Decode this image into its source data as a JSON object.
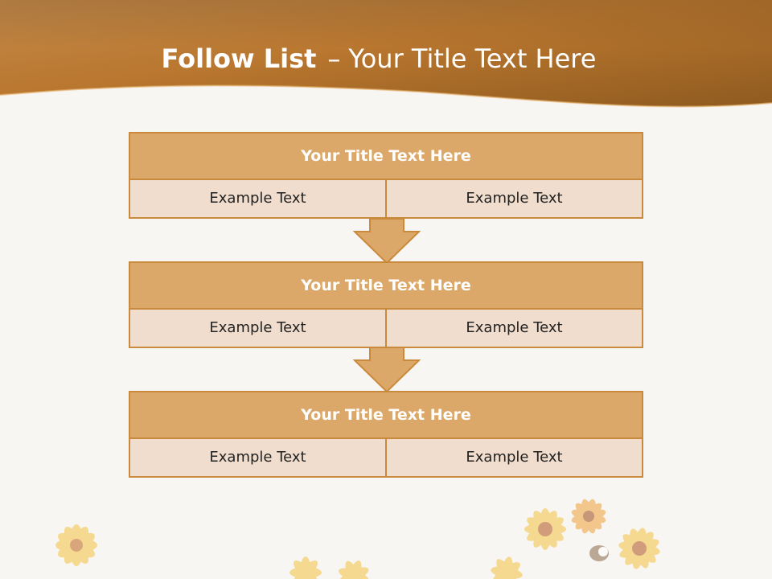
{
  "slide": {
    "title_bold": "Follow List",
    "title_sep": "–",
    "title_rest": "Your Title Text Here"
  },
  "colors": {
    "header_light": "#d99a4e",
    "header_dark": "#8f5a1f",
    "box_title_bg": "#dca86a",
    "cell_bg": "#f0ddcd",
    "border": "#c98a3d"
  },
  "steps": [
    {
      "title": "Your Title Text Here",
      "items": [
        "Example Text",
        "Example Text"
      ]
    },
    {
      "title": "Your Title Text Here",
      "items": [
        "Example Text",
        "Example Text"
      ]
    },
    {
      "title": "Your Title Text Here",
      "items": [
        "Example Text",
        "Example Text"
      ]
    }
  ]
}
